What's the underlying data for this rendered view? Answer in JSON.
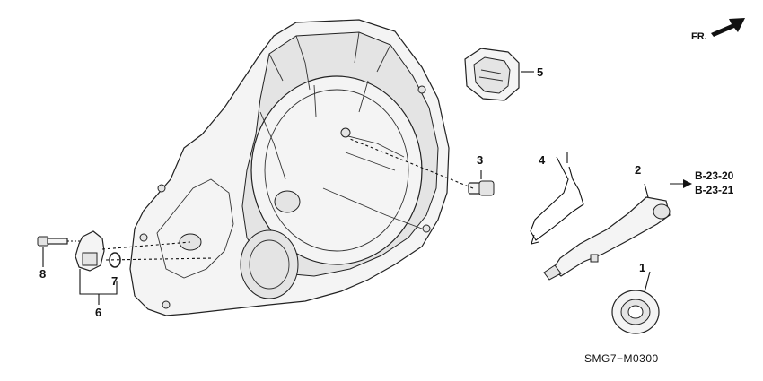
{
  "orientation": {
    "label": "FR."
  },
  "callouts": [
    "1",
    "2",
    "3",
    "4",
    "5",
    "6",
    "7",
    "8"
  ],
  "references": [
    "B-23-20",
    "B-23-21"
  ],
  "diagram_code": "SMG7−M0300",
  "icons": [
    "front-direction-arrow-icon",
    "reference-arrow-icon"
  ]
}
